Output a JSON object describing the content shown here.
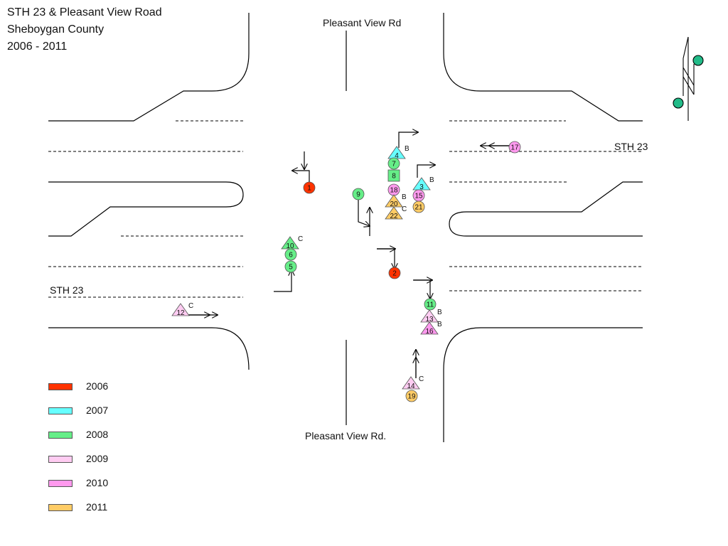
{
  "title": {
    "line1": "STH 23 & Pleasant View Road",
    "line2": "Sheboygan County",
    "line3": "2006 - 2011"
  },
  "road_labels": {
    "north": "Pleasant View Rd",
    "south": "Pleasant View  Rd.",
    "east": "STH 23",
    "west": "STH 23"
  },
  "years": [
    {
      "year": "2006",
      "color": "#ff3300"
    },
    {
      "year": "2007",
      "color": "#66ffff"
    },
    {
      "year": "2008",
      "color": "#66ee88"
    },
    {
      "year": "2009",
      "color": "#ffccf2"
    },
    {
      "year": "2010",
      "color": "#ff99ee"
    },
    {
      "year": "2011",
      "color": "#ffcc66"
    }
  ],
  "crashes": [
    {
      "id": "1",
      "year": "2006",
      "shape": "circle",
      "note": ""
    },
    {
      "id": "2",
      "year": "2006",
      "shape": "circle",
      "note": ""
    },
    {
      "id": "3",
      "year": "2007",
      "shape": "triangle",
      "note": "B"
    },
    {
      "id": "4",
      "year": "2007",
      "shape": "triangle",
      "note": "B"
    },
    {
      "id": "5",
      "year": "2008",
      "shape": "circle",
      "note": ""
    },
    {
      "id": "6",
      "year": "2008",
      "shape": "circle",
      "note": ""
    },
    {
      "id": "7",
      "year": "2008",
      "shape": "circle",
      "note": ""
    },
    {
      "id": "8",
      "year": "2008",
      "shape": "square",
      "note": ""
    },
    {
      "id": "9",
      "year": "2008",
      "shape": "circle",
      "note": ""
    },
    {
      "id": "10",
      "year": "2008",
      "shape": "triangle",
      "note": "C"
    },
    {
      "id": "11",
      "year": "2008",
      "shape": "circle",
      "note": ""
    },
    {
      "id": "12",
      "year": "2009",
      "shape": "triangle",
      "note": "C"
    },
    {
      "id": "13",
      "year": "2009",
      "shape": "triangle",
      "note": "B"
    },
    {
      "id": "14",
      "year": "2009",
      "shape": "triangle",
      "note": "C"
    },
    {
      "id": "15",
      "year": "2010",
      "shape": "circle",
      "note": ""
    },
    {
      "id": "16",
      "year": "2010",
      "shape": "triangle",
      "note": "B"
    },
    {
      "id": "17",
      "year": "2010",
      "shape": "circle",
      "note": ""
    },
    {
      "id": "18",
      "year": "2010",
      "shape": "circle",
      "note": ""
    },
    {
      "id": "19",
      "year": "2011",
      "shape": "circle",
      "note": ""
    },
    {
      "id": "20",
      "year": "2011",
      "shape": "triangle",
      "note": "B"
    },
    {
      "id": "21",
      "year": "2011",
      "shape": "circle",
      "note": ""
    },
    {
      "id": "22",
      "year": "2011",
      "shape": "triangle",
      "note": "C"
    }
  ],
  "icons": {
    "north_arrow": "north-arrow-icon"
  }
}
